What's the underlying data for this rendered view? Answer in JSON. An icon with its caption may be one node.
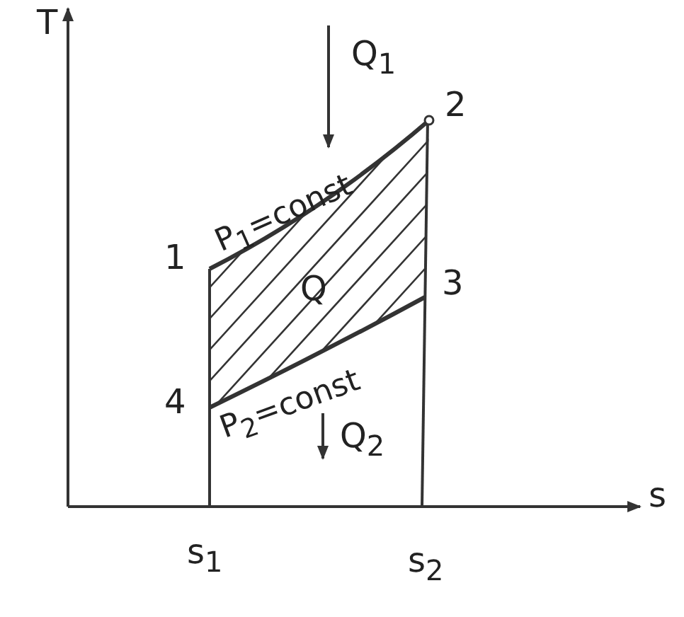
{
  "diagram": {
    "labels": [
      "T",
      "Q$_{1}$",
      "2",
      "P$_{1}$=const",
      "1",
      "Q",
      "3",
      "4",
      "P$_{2}$=const",
      "Q$_{2}$",
      "s",
      "s$_{1}$",
      "s$_{2}$"
    ]
  }
}
